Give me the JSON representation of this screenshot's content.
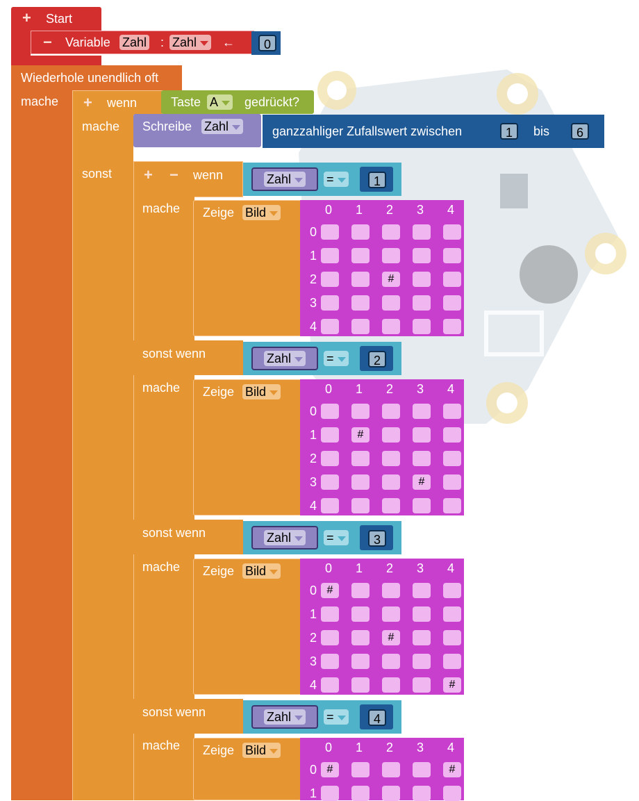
{
  "start": {
    "title": "Start",
    "variable_label": "Variable",
    "var_name": "Zahl",
    "var_type": "Zahl",
    "assign_arrow": "←",
    "initial_value": "0"
  },
  "loop": {
    "title": "Wiederhole unendlich oft",
    "do_label": "mache"
  },
  "if_a": {
    "if_label": "wenn",
    "button_label": "Taste",
    "button_value": "A",
    "pressed_label": "gedrückt?",
    "do_label": "mache",
    "write_label": "Schreibe",
    "write_var": "Zahl",
    "random_label": "ganzzahliger Zufallswert zwischen",
    "random_min": "1",
    "random_to": "bis",
    "random_max": "6",
    "else_label": "sonst"
  },
  "inner": {
    "if_label": "wenn",
    "elseif_label": "sonst wenn",
    "do_label": "mache",
    "show_label": "Zeige",
    "show_type": "Bild",
    "var": "Zahl",
    "op": "="
  },
  "matrix_headers": [
    "0",
    "1",
    "2",
    "3",
    "4"
  ],
  "cases": [
    {
      "value": "1",
      "grid": [
        [
          "",
          "",
          "",
          "",
          ""
        ],
        [
          "",
          "",
          "",
          "",
          ""
        ],
        [
          "",
          "",
          "#",
          "",
          ""
        ],
        [
          "",
          "",
          "",
          "",
          ""
        ],
        [
          "",
          "",
          "",
          "",
          ""
        ]
      ]
    },
    {
      "value": "2",
      "grid": [
        [
          "",
          "",
          "",
          "",
          ""
        ],
        [
          "",
          "#",
          "",
          "",
          ""
        ],
        [
          "",
          "",
          "",
          "",
          ""
        ],
        [
          "",
          "",
          "",
          "#",
          ""
        ],
        [
          "",
          "",
          "",
          "",
          ""
        ]
      ]
    },
    {
      "value": "3",
      "grid": [
        [
          "#",
          "",
          "",
          "",
          ""
        ],
        [
          "",
          "",
          "",
          "",
          ""
        ],
        [
          "",
          "",
          "#",
          "",
          ""
        ],
        [
          "",
          "",
          "",
          "",
          ""
        ],
        [
          "",
          "",
          "",
          "",
          "#"
        ]
      ]
    },
    {
      "value": "4",
      "grid": [
        [
          "#",
          "",
          "",
          "",
          "#"
        ],
        [
          "",
          "",
          "",
          "",
          ""
        ]
      ]
    }
  ],
  "colors": {
    "start": "#d32f2f",
    "loop": "#dd6e2b",
    "logic": "#e59531",
    "sensor": "#8fae3a",
    "variable": "#8e84c2",
    "math": "#1f5a96",
    "compare": "#4fb2c9",
    "display": "#c83fce"
  }
}
